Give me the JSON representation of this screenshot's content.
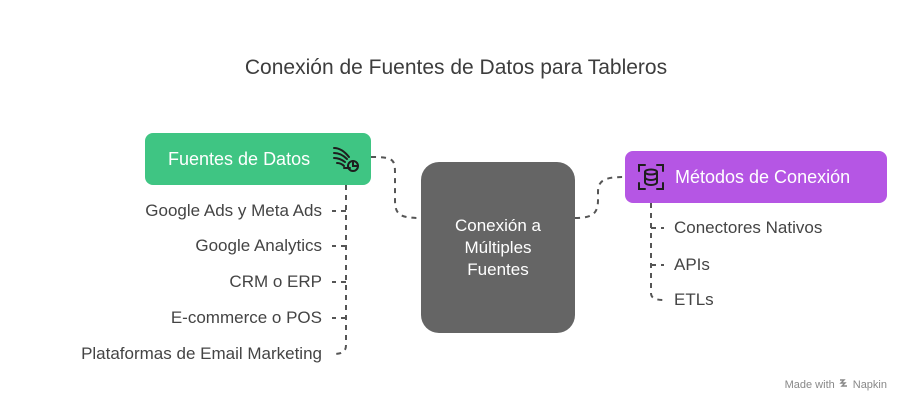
{
  "title": "Conexión de Fuentes de Datos para Tableros",
  "center": {
    "label": "Conexión a Múltiples Fuentes"
  },
  "left_branch": {
    "label": "Fuentes de Datos",
    "color": "#3fc583",
    "icon": "data-stream-chart-icon",
    "items": [
      {
        "label": "Google Ads y Meta Ads"
      },
      {
        "label": "Google Analytics"
      },
      {
        "label": "CRM o ERP"
      },
      {
        "label": "E-commerce o POS"
      },
      {
        "label": "Plataformas de Email Marketing"
      }
    ]
  },
  "right_branch": {
    "label": "Métodos de Conexión",
    "color": "#b556e4",
    "icon": "database-scan-icon",
    "items": [
      {
        "label": "Conectores Nativos"
      },
      {
        "label": "APIs"
      },
      {
        "label": "ETLs"
      }
    ]
  },
  "center_color": "#656565",
  "footer": {
    "made_with": "Made with",
    "brand": "Napkin"
  }
}
